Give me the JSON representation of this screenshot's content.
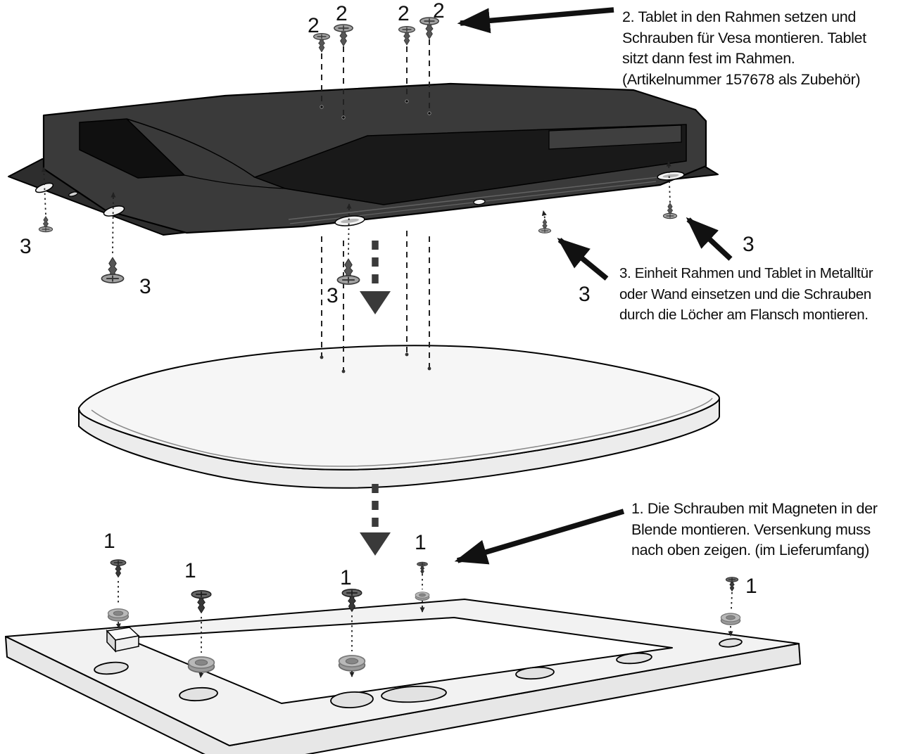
{
  "labels": {
    "one": "1",
    "two": "2",
    "three": "3"
  },
  "instructions": {
    "step1": {
      "lines": [
        "1. Die Schrauben mit Magneten in der",
        "Blende montieren. Versenkung muss",
        "nach oben zeigen. (im Lieferumfang)"
      ]
    },
    "step2": {
      "lines": [
        "2. Tablet in den Rahmen setzen und",
        "Schrauben für Vesa montieren. Tablet",
        "sitzt dann fest im Rahmen.",
        "(Artikelnummer 157678 als Zubehör)"
      ]
    },
    "step3": {
      "lines": [
        "3. Einheit Rahmen und Tablet in Metalltür",
        "oder Wand einsetzen und die Schrauben",
        "durch die Löcher am Flansch montieren."
      ]
    }
  },
  "colors": {
    "frame_dark": "#3a3a3a",
    "frame_cavity": "#191919",
    "flange": "#2d2d2d",
    "tablet_top": "#f6f6f6",
    "tablet_side": "#ececec",
    "bezel_top": "#f2f2f2",
    "bezel_side": "#e7e7e7",
    "screw_head_light": "#a0a0a0",
    "screw_head_dark": "#666666",
    "magnet": "#b8b8b8",
    "arrow": "#111111"
  }
}
